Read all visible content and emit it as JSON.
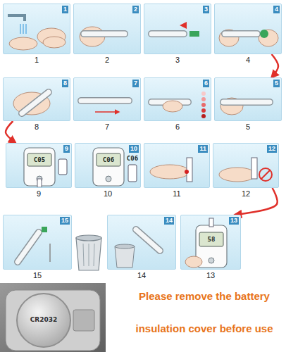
{
  "diagram": {
    "nodes": [
      {
        "text": [
          "1",
          "1"
        ]
      },
      {
        "text": [
          "2",
          "2"
        ]
      },
      {
        "text": [
          "3",
          "3"
        ]
      },
      {
        "text": [
          "4",
          "4"
        ]
      },
      {
        "text": [
          "5",
          "5"
        ]
      },
      {
        "text": [
          "6",
          "6"
        ]
      },
      {
        "text": [
          "7",
          "7"
        ]
      },
      {
        "text": [
          "8",
          "8"
        ]
      },
      {
        "text": [
          "9",
          "C05",
          "9"
        ]
      },
      {
        "text": [
          "10",
          "C06",
          "C06",
          "10"
        ]
      },
      {
        "text": [
          "11",
          "11"
        ]
      },
      {
        "text": [
          "12",
          "12"
        ]
      },
      {
        "text": [
          "13",
          "58",
          "13"
        ]
      },
      {
        "text": [
          "14",
          "14"
        ]
      },
      {
        "text": [
          "15",
          "15"
        ]
      }
    ],
    "edges": [
      {
        "from": 3,
        "to": 4,
        "arrow": "to"
      },
      {
        "from": 7,
        "to": 8,
        "arrow": "to"
      },
      {
        "from": 11,
        "to": 12,
        "arrow": "to"
      }
    ],
    "labels": [
      "CR2032",
      "Please remove the battery insulation cover before use"
    ]
  }
}
